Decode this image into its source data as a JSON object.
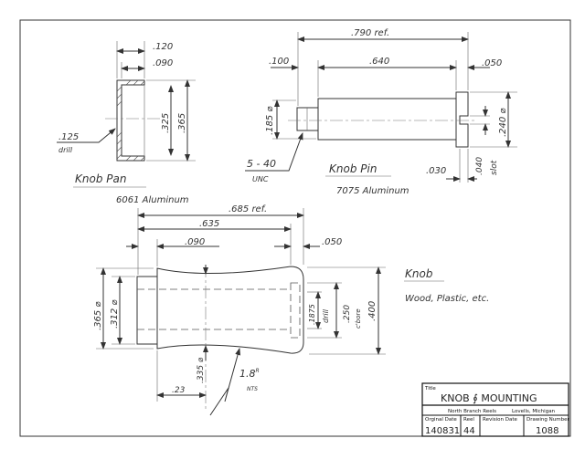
{
  "knob_pan": {
    "name": "Knob Pan",
    "material": "6061 Aluminum",
    "dims": {
      "width": ".120",
      "inner": ".090",
      "inner_dia": ".325",
      "outer_dia": ".365",
      "drill": ".125",
      "drill_note": "drill"
    }
  },
  "knob_pin": {
    "name": "Knob Pin",
    "material": "7075 Aluminum",
    "dims": {
      "overall": ".790 ref.",
      "thread_len": ".100",
      "body_len": ".640",
      "head_len": ".050",
      "thread_dia": ".185 ⌀",
      "head_dia": ".240 ⌀",
      "slot_w": ".040",
      "slot_note": "slot",
      "slot_depth": ".030",
      "thread": "5 - 40",
      "thread_std": "UNC"
    }
  },
  "knob": {
    "name": "Knob",
    "material": "Wood, Plastic, etc.",
    "dims": {
      "overall": ".685 ref.",
      "body": ".635",
      "stub": ".090",
      "end": ".050",
      "outer_dia": ".365 ⌀",
      "stub_dia": ".312 ⌀",
      "waist_dia": ".335 ⌀",
      "drill": ".1875",
      "drill_note": "drill",
      "cbore": ".250",
      "cbore_note": "c'bore",
      "max_dia": ".400",
      "radius": "1.8",
      "radius_sup": "R",
      "nts": "NTS",
      "waist_pos": ".23"
    }
  },
  "title_block": {
    "title_label": "Title",
    "title": "KNOB ∮ MOUNTING",
    "org": "North Branch Reels",
    "location": "Lovells, Michigan",
    "original_date_label": "Orginal Date",
    "original_date": "140831",
    "reel_label": "Reel",
    "reel": "44",
    "revision_date_label": "Revision Date",
    "revision_date": "",
    "drawing_number_label": "Drawing Number",
    "drawing_number": "1088"
  }
}
